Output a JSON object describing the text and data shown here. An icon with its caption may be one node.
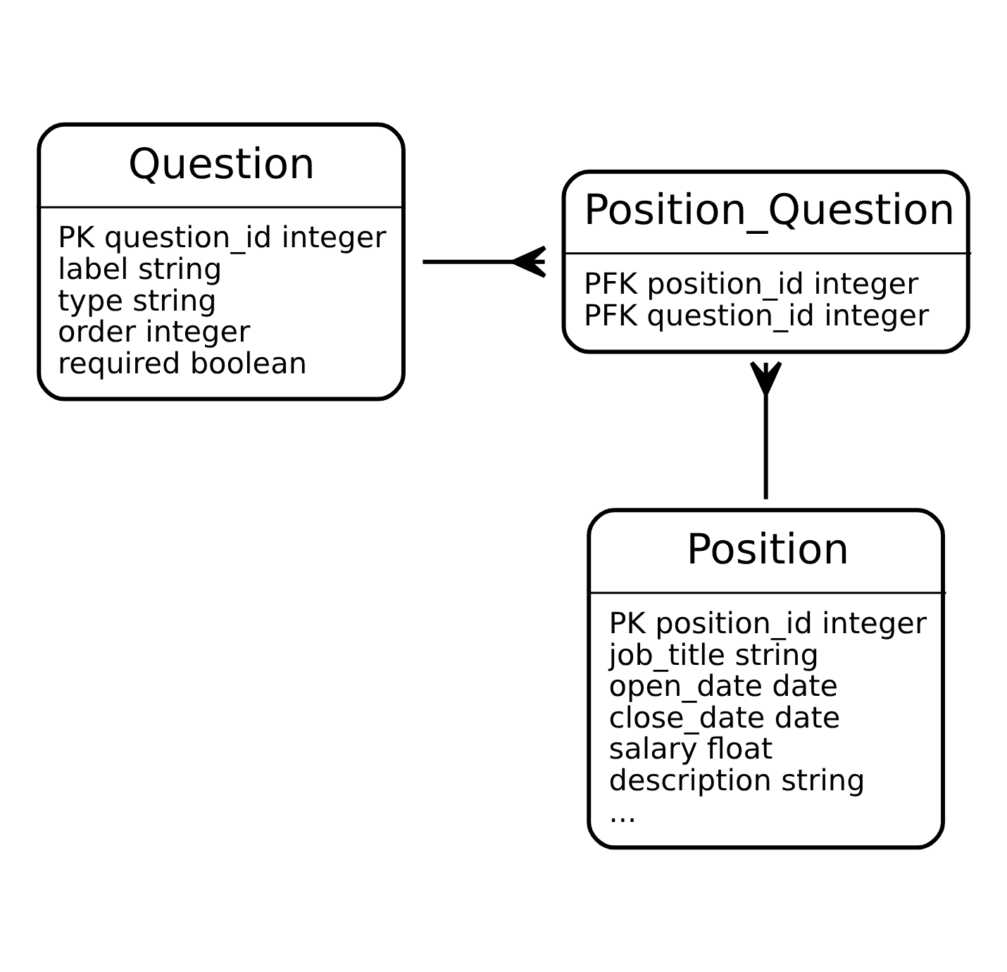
{
  "diagram": {
    "nodes": [
      {
        "text": [
          "Position_Question",
          "PFK position_id integer",
          "PFK question_id integer"
        ]
      },
      {
        "text": [
          "Question",
          "PK question_id integer",
          "label string",
          "type string",
          "order integer",
          "required boolean"
        ]
      },
      {
        "text": [
          "Position",
          "PK position_id integer",
          "job_title string",
          "open_date date",
          "close_date date",
          "salary float",
          "description string",
          "..."
        ]
      }
    ],
    "edges": [
      {
        "from": 1,
        "to": 0,
        "arrow": "other"
      },
      {
        "from": 2,
        "to": 0,
        "arrow": "other"
      }
    ]
  }
}
